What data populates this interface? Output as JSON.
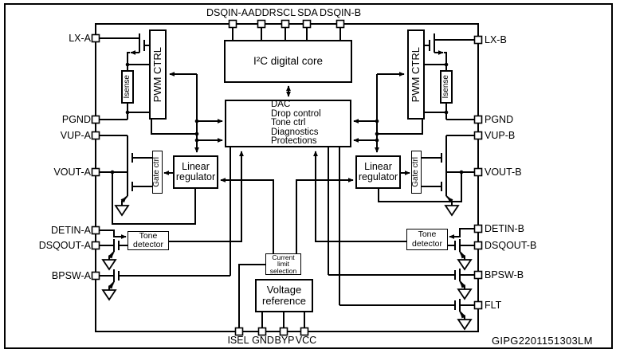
{
  "diagram": {
    "title_code": "GIPG2201151303LM",
    "pins": {
      "top": [
        "DSQIN-A",
        "ADDR",
        "SCL",
        "SDA",
        "DSQIN-B"
      ],
      "left": [
        "LX-A",
        "PGND",
        "VUP-A",
        "VOUT-A",
        "DETIN-A",
        "DSQOUT-A",
        "BPSW-A"
      ],
      "right": [
        "LX-B",
        "PGND",
        "VUP-B",
        "VOUT-B",
        "DETIN-B",
        "DSQOUT-B",
        "BPSW-B",
        "FLT"
      ],
      "bottom": [
        "ISEL",
        "GND",
        "BYP",
        "VCC"
      ]
    },
    "blocks": {
      "i2c_core": "I²C digital core",
      "dac": [
        "DAC",
        "Drop control",
        "Tone ctrl",
        "Diagnostics",
        "Protections"
      ],
      "pwm_ctrl": "PWM CTRL",
      "isense": "Isense",
      "linear_regulator": [
        "Linear",
        "regulator"
      ],
      "gate_ctrl": "Gate ctrl",
      "tone_detector": [
        "Tone",
        "detector"
      ],
      "current_limit": [
        "Current",
        "limit",
        "selection"
      ],
      "voltage_reference": [
        "Voltage",
        "reference"
      ]
    },
    "colors": {
      "line": "#000000",
      "background": "#ffffff"
    }
  }
}
